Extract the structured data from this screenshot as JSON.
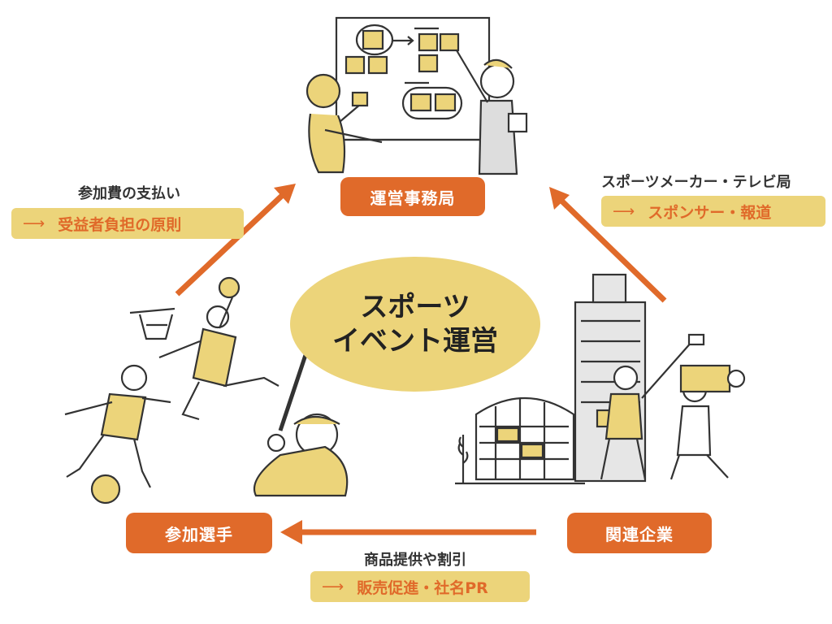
{
  "center": {
    "line1": "スポーツ",
    "line2": "イベント運営"
  },
  "nodes": {
    "top": "運営事務局",
    "left": "参加選手",
    "right": "関連企業"
  },
  "flows": {
    "left_to_top": {
      "caption": "参加費の支払い",
      "arrow": "⟶",
      "pill": "受益者負担の原則"
    },
    "right_to_top": {
      "caption": "スポーツメーカー・テレビ局",
      "arrow": "⟶",
      "pill": "スポンサー・報道"
    },
    "right_to_left": {
      "caption": "商品提供や割引",
      "arrow": "⟶",
      "pill": "販売促進・社名PR"
    }
  },
  "colors": {
    "node": "#e06a2a",
    "accent": "#ecd47a",
    "arrow": "#e06a2a"
  }
}
